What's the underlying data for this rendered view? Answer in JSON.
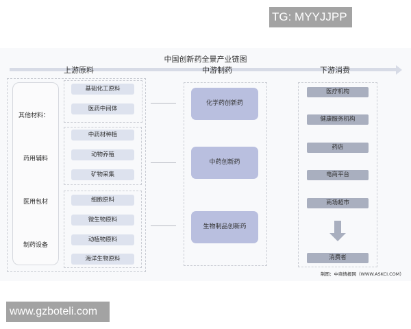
{
  "overlays": {
    "tg_label": "TG: MYYJJPP",
    "site_label": "www.gzboteli.com"
  },
  "diagram": {
    "title": "中国创新药全景产业链图",
    "stages": {
      "upstream": "上游原料",
      "midstream": "中游制药",
      "downstream": "下游消费"
    },
    "upstream": {
      "left_labels": [
        "其他材料：",
        "药用辅料",
        "医用包材",
        "制药设备"
      ],
      "group1": [
        "基础化工原料",
        "医药中间体"
      ],
      "group2": [
        "中药材种植",
        "动物养殖",
        "矿物采集"
      ],
      "group3": [
        "细胞原料",
        "微生物原料",
        "动植物原料",
        "海洋生物原料"
      ]
    },
    "midstream": [
      "化学药创新药",
      "中药创新药",
      "生物制品创新药"
    ],
    "downstream": [
      "医疗机构",
      "健康服务机构",
      "药店",
      "电商平台",
      "商场超市"
    ],
    "consumer": "消费者",
    "source": "制图：中商情报网（WWW.ASKCI.COM）"
  }
}
